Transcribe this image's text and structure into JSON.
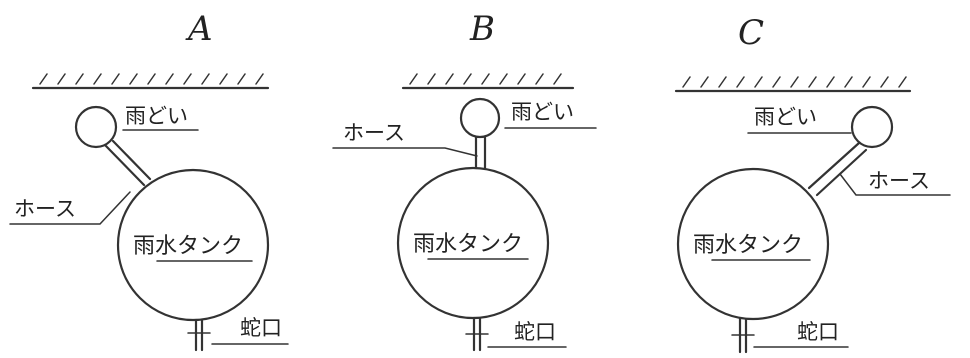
{
  "panels": [
    {
      "id": "A",
      "letter": "A",
      "labels": {
        "gutter": "雨どい",
        "hose": "ホース",
        "tank": "雨水タンク",
        "faucet": "蛇口"
      }
    },
    {
      "id": "B",
      "letter": "B",
      "labels": {
        "gutter": "雨どい",
        "hose": "ホース",
        "tank": "雨水タンク",
        "faucet": "蛇口"
      }
    },
    {
      "id": "C",
      "letter": "C",
      "labels": {
        "gutter": "雨どい",
        "hose": "ホース",
        "tank": "雨水タンク",
        "faucet": "蛇口"
      }
    }
  ]
}
